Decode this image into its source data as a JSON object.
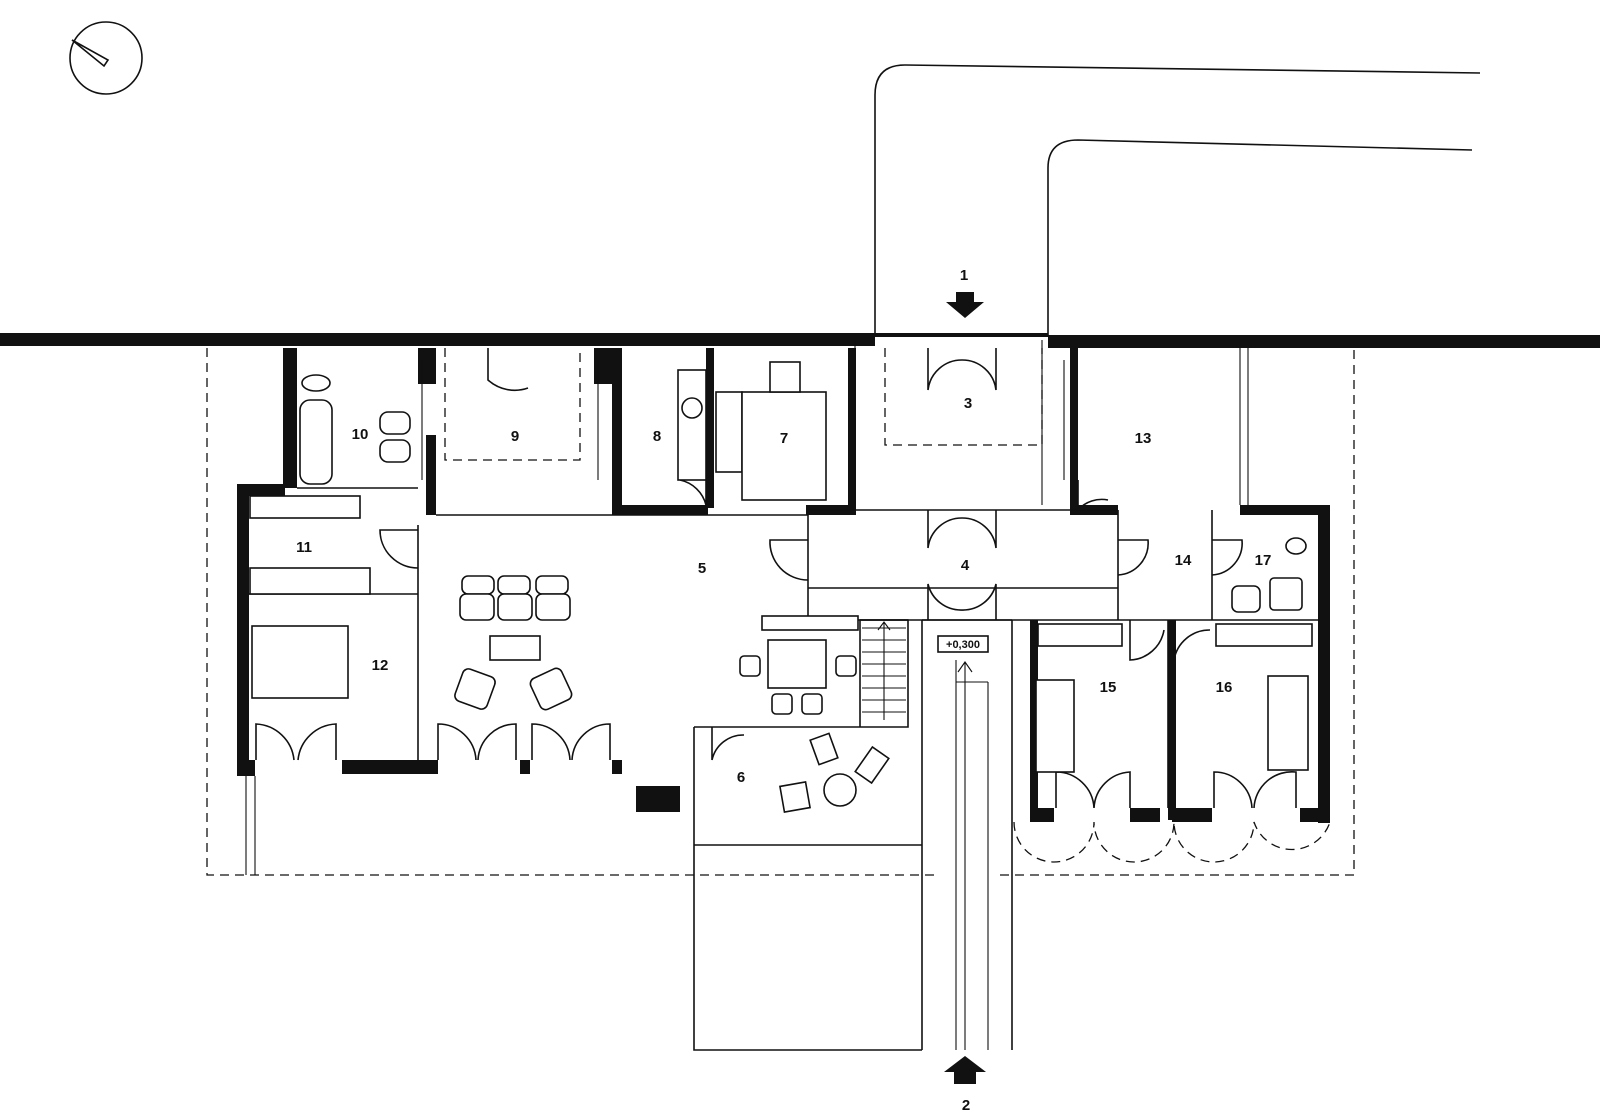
{
  "diagram": {
    "type": "floor-plan",
    "rooms": [
      {
        "id": "room-3",
        "label": "3"
      },
      {
        "id": "room-4",
        "label": "4"
      },
      {
        "id": "room-5",
        "label": "5"
      },
      {
        "id": "room-6",
        "label": "6"
      },
      {
        "id": "room-7",
        "label": "7"
      },
      {
        "id": "room-8",
        "label": "8"
      },
      {
        "id": "room-9",
        "label": "9"
      },
      {
        "id": "room-10",
        "label": "10"
      },
      {
        "id": "room-11",
        "label": "11"
      },
      {
        "id": "room-12",
        "label": "12"
      },
      {
        "id": "room-13",
        "label": "13"
      },
      {
        "id": "room-14",
        "label": "14"
      },
      {
        "id": "room-15",
        "label": "15"
      },
      {
        "id": "room-16",
        "label": "16"
      },
      {
        "id": "room-17",
        "label": "17"
      }
    ],
    "entrances": [
      {
        "id": "entrance-1",
        "label": "1"
      },
      {
        "id": "entrance-2",
        "label": "2"
      }
    ],
    "level_marker": "+0,300",
    "north_arrow": "north-arrow-icon"
  }
}
